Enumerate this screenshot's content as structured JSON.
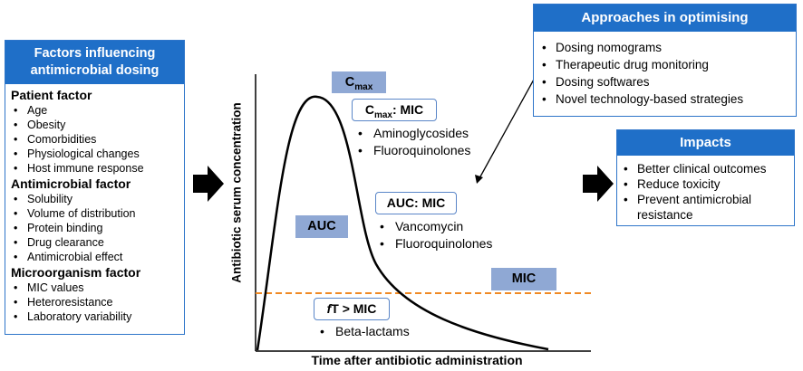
{
  "factors": {
    "title": "Factors influencing antimicrobial dosing",
    "groups": [
      {
        "title": "Patient factor",
        "items": [
          "Age",
          "Obesity",
          "Comorbidities",
          "Physiological changes",
          "Host immune response"
        ]
      },
      {
        "title": "Antimicrobial factor",
        "items": [
          "Solubility",
          "Volume of distribution",
          "Protein binding",
          "Drug clearance",
          "Antimicrobial effect"
        ]
      },
      {
        "title": "Microorganism factor",
        "items": [
          "MIC values",
          "Heteroresistance",
          "Laboratory variability"
        ]
      }
    ]
  },
  "approaches": {
    "title": "Approaches in optimising",
    "items": [
      "Dosing nomograms",
      "Therapeutic drug monitoring",
      "Dosing softwares",
      "Novel technology-based strategies"
    ]
  },
  "impacts": {
    "title": "Impacts",
    "items": [
      "Better clinical outcomes",
      "Reduce toxicity",
      "Prevent antimicrobial resistance"
    ]
  },
  "chart": {
    "xlabel": "Time after antibiotic administration",
    "ylabel": "Antibiotic serum concentration",
    "cmax_label_main": "C",
    "cmax_label_sub": "max",
    "cmax_mic_main": "C",
    "cmax_mic_sub": "max",
    "cmax_mic_rest": ": MIC",
    "cmax_mic_drugs": [
      "Aminoglycosides",
      "Fluoroquinolones"
    ],
    "auc_label": "AUC",
    "auc_mic_label": "AUC: MIC",
    "auc_mic_drugs": [
      "Vancomycin",
      "Fluoroquinolones"
    ],
    "mic_label": "MIC",
    "ft_italic": "f",
    "ft_rest": "T > MIC",
    "ft_drugs": [
      "Beta-lactams"
    ],
    "mic_line_color": "#f08a24",
    "curve_color": "#000000"
  },
  "colors": {
    "panel_header": "#1f6fc8",
    "panel_border": "#2e75c9",
    "fill_label": "#8fa8d4",
    "arrow": "#000000"
  }
}
